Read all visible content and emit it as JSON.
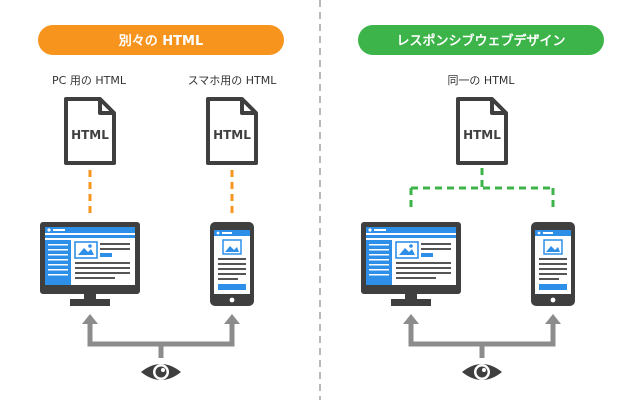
{
  "left": {
    "header": "別々の HTML",
    "header_color": "#F7941D",
    "pc_label": "PC 用の HTML",
    "sp_label": "スマホ用の HTML",
    "pc_file_text": "HTML",
    "sp_file_text": "HTML",
    "connector_color": "#F7941D"
  },
  "right": {
    "header": "レスポンシブウェブデザイン",
    "header_color": "#3DB44A",
    "shared_label": "同一の HTML",
    "file_text": "HTML",
    "connector_color": "#3DB44A"
  },
  "colors": {
    "device_body": "#3F3F3F",
    "screen_blue": "#2E8FE8",
    "arrow_gray": "#8C8C8C",
    "divider": "#9A9A9A"
  },
  "icons": [
    "html-file-icon",
    "monitor-icon",
    "smartphone-icon",
    "eye-icon",
    "arrow-up-icon"
  ]
}
